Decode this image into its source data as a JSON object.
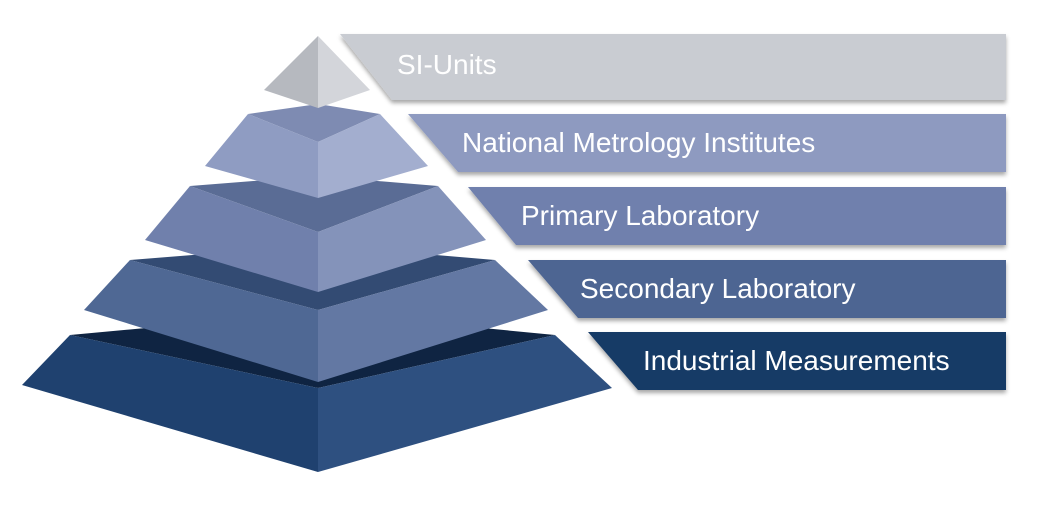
{
  "levels": [
    {
      "label": "SI-Units",
      "color": "#c9ccd2"
    },
    {
      "label": "National Metrology Institutes",
      "color": "#8e9ac0"
    },
    {
      "label": "Primary Laboratory",
      "color": "#6f80ad"
    },
    {
      "label": "Secondary Laboratory",
      "color": "#4e6592"
    },
    {
      "label": "Industrial Measurements",
      "color": "#193a66"
    }
  ]
}
